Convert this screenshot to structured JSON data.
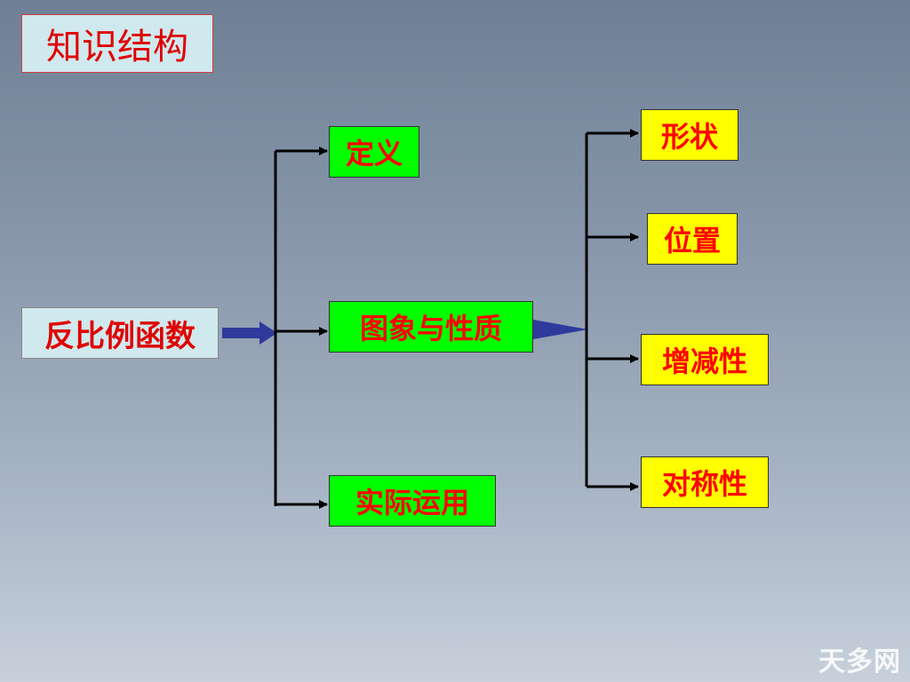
{
  "title": "知识结构",
  "root": "反比例函数",
  "branches": [
    "定义",
    "图象与性质",
    "实际运用"
  ],
  "properties": [
    "形状",
    "位置",
    "增减性",
    "对称性"
  ],
  "watermark": "天多网",
  "colors": {
    "branch_fill": "#00ff00",
    "property_fill": "#ffff00",
    "text": "#ff0000",
    "connector": "#000000",
    "arrow_accent": "#2e3a9c"
  }
}
